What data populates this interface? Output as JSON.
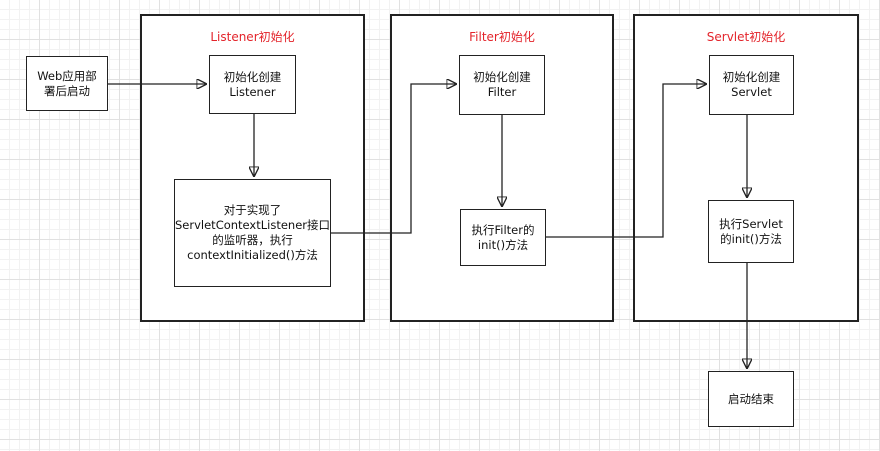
{
  "containers": [
    {
      "id": "listener",
      "title": "Listener初始化"
    },
    {
      "id": "filter",
      "title": "Filter初始化"
    },
    {
      "id": "servlet",
      "title": "Servlet初始化"
    }
  ],
  "nodes": {
    "start": "Web应用部\n署后启动",
    "create_listener": "初始化创建\nListener",
    "context_initialized": "对于实现了\nServletContextListener接口\n的监听器，执行\ncontextInitialized()方法",
    "create_filter": "初始化创建\nFilter",
    "filter_init": "执行Filter的\ninit()方法",
    "create_servlet": "初始化创建\nServlet",
    "servlet_init": "执行Servlet\n的init()方法",
    "end": "启动结束"
  },
  "colors": {
    "title": "#e3242b",
    "stroke": "#222222"
  }
}
